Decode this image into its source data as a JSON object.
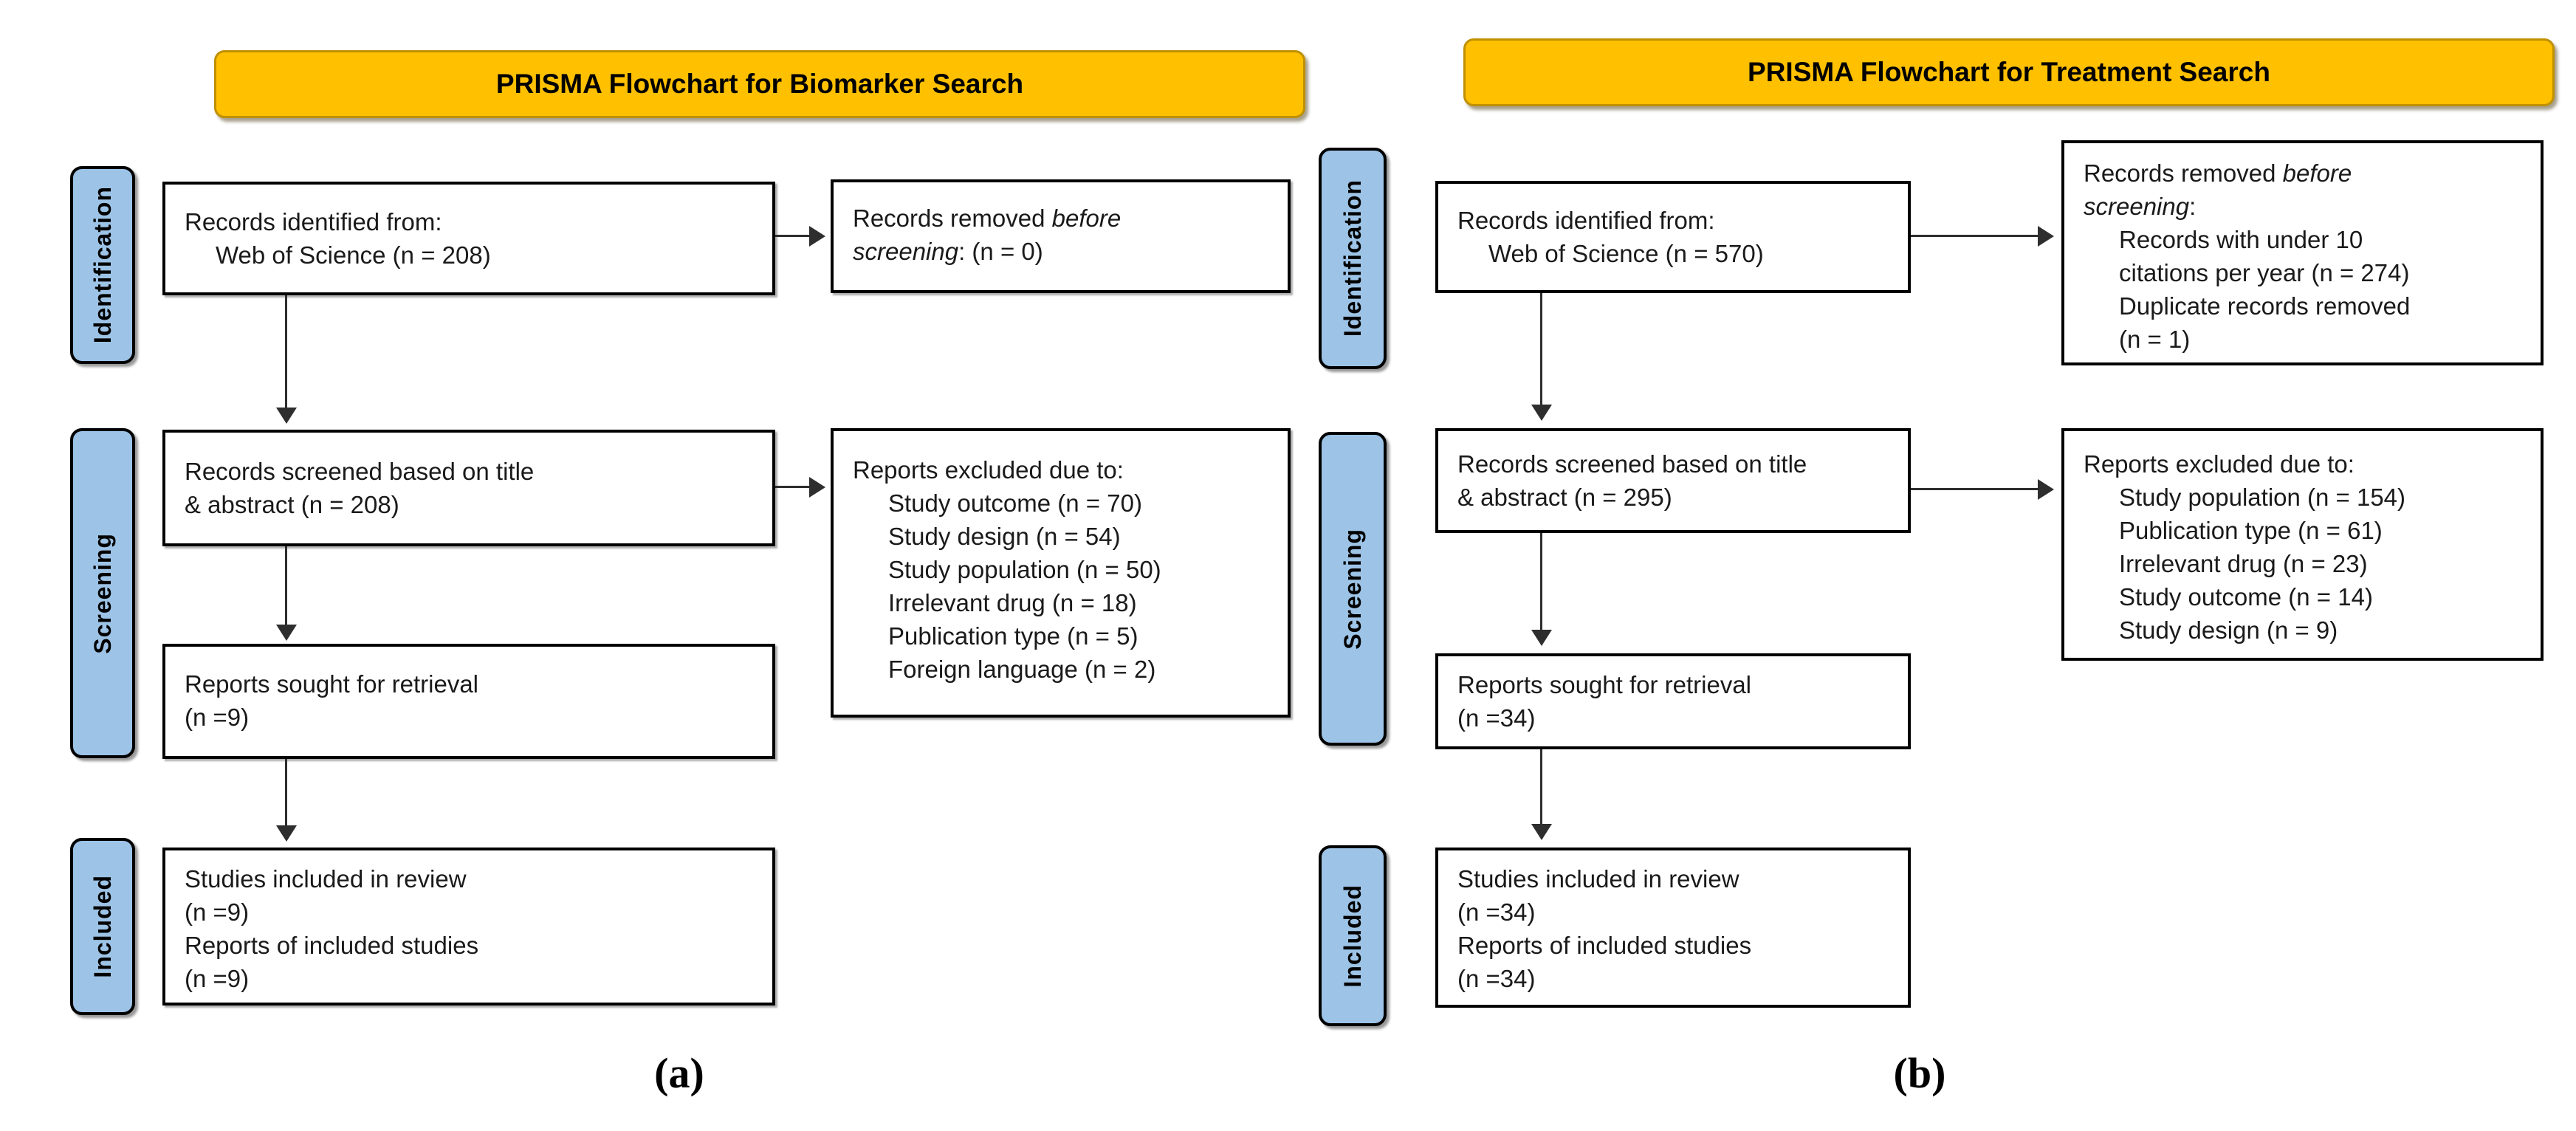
{
  "colors": {
    "banner_fill": "#FFC000",
    "banner_border": "#BF9000",
    "stage_fill": "#9DC3E6",
    "stage_border": "#000000",
    "box_border": "#000000",
    "arrow_color": "#2e2e2e"
  },
  "charts": [
    {
      "caption": "(a)",
      "title": "PRISMA Flowchart for Biomarker Search",
      "stages": {
        "identification": "Identification",
        "screening": "Screening",
        "included": "Included"
      },
      "boxes": {
        "identified": {
          "lines": [
            "Records identified from:",
            "Web of Science (n = 208)"
          ]
        },
        "removed": {
          "normal1": "Records removed ",
          "italic1": "before",
          "italic2": "screening",
          "after2": ": (n = 0)"
        },
        "screened": {
          "lines": [
            "Records screened based on title",
            "& abstract (n = 208)"
          ]
        },
        "excluded": {
          "header": "Reports excluded due to:",
          "items": [
            "Study outcome (n = 70)",
            "Study design (n = 54)",
            "Study population (n = 50)",
            "Irrelevant drug (n = 18)",
            "Publication type (n = 5)",
            "Foreign language (n = 2)"
          ]
        },
        "sought": {
          "lines": [
            "Reports sought for retrieval",
            "(n =9)"
          ]
        },
        "included": {
          "lines": [
            "Studies included in review",
            "(n =9)",
            "Reports of included studies",
            "(n =9)"
          ]
        }
      }
    },
    {
      "caption": "(b)",
      "title": "PRISMA Flowchart for Treatment Search",
      "stages": {
        "identification": "Identification",
        "screening": "Screening",
        "included": "Included"
      },
      "boxes": {
        "identified": {
          "lines": [
            "Records identified from:",
            "Web of Science (n = 570)"
          ]
        },
        "removed": {
          "normal1": "Records removed ",
          "italic1": "before",
          "italic2": "screening",
          "after2": ":",
          "item_lines": [
            "Records with under 10",
            "citations per year (n = 274)",
            "Duplicate records removed",
            "(n = 1)"
          ]
        },
        "screened": {
          "lines": [
            "Records screened based on title",
            "& abstract (n = 295)"
          ]
        },
        "excluded": {
          "header": "Reports excluded due to:",
          "items": [
            "Study population (n = 154)",
            "Publication type (n = 61)",
            "Irrelevant drug (n = 23)",
            "Study outcome (n = 14)",
            "Study design (n = 9)"
          ]
        },
        "sought": {
          "lines": [
            "Reports sought for retrieval",
            "(n =34)"
          ]
        },
        "included": {
          "lines": [
            "Studies included in review",
            "(n =34)",
            "Reports of included studies",
            "(n =34)"
          ]
        }
      }
    }
  ]
}
